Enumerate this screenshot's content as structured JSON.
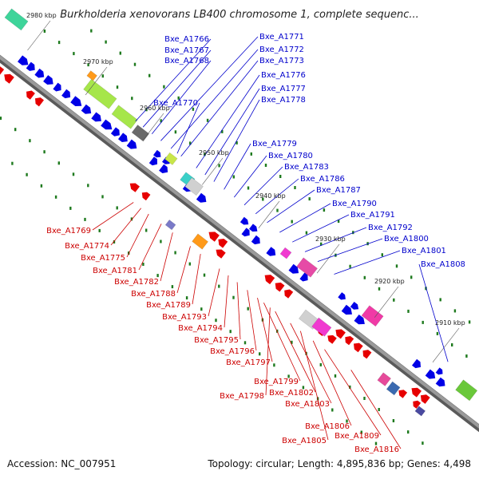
{
  "title": "Burkholderia xenovorans LB400 chromosome 1, complete sequenc...",
  "footer": {
    "accession": "Accession: NC_007951",
    "summary": "Topology: circular; Length: 4,895,836 bp; Genes: 4,498"
  },
  "colors": {
    "backbone": "#8a8a8a",
    "forward_cds": "#0000e6",
    "reverse_cds": "#e60000",
    "forward_label": "#0000cc",
    "reverse_label": "#cc0000",
    "gc_skew_dots": "#1e7a1e"
  },
  "ticks": [
    "2980 kbp",
    "2970 kbp",
    "2960 kbp",
    "2950 kbp",
    "2940 kbp",
    "2930 kbp",
    "2920 kbp",
    "2910 kbp"
  ],
  "forward_labels": [
    "Bxe_A1766",
    "Bxe_A1767",
    "Bxe_A1768",
    "Bxe_A1770",
    "Bxe_A1771",
    "Bxe_A1772",
    "Bxe_A1773",
    "Bxe_A1776",
    "Bxe_A1777",
    "Bxe_A1778",
    "Bxe_A1779",
    "Bxe_A1780",
    "Bxe_A1783",
    "Bxe_A1786",
    "Bxe_A1787",
    "Bxe_A1790",
    "Bxe_A1791",
    "Bxe_A1792",
    "Bxe_A1800",
    "Bxe_A1801",
    "Bxe_A1808"
  ],
  "reverse_labels": [
    "Bxe_A1769",
    "Bxe_A1774",
    "Bxe_A1775",
    "Bxe_A1781",
    "Bxe_A1782",
    "Bxe_A1788",
    "Bxe_A1789",
    "Bxe_A1793",
    "Bxe_A1794",
    "Bxe_A1795",
    "Bxe_A1796",
    "Bxe_A1797",
    "Bxe_A1798",
    "Bxe_A1799",
    "Bxe_A1802",
    "Bxe_A1803",
    "Bxe_A1806",
    "Bxe_A1805",
    "Bxe_A1809",
    "Bxe_A1816"
  ]
}
